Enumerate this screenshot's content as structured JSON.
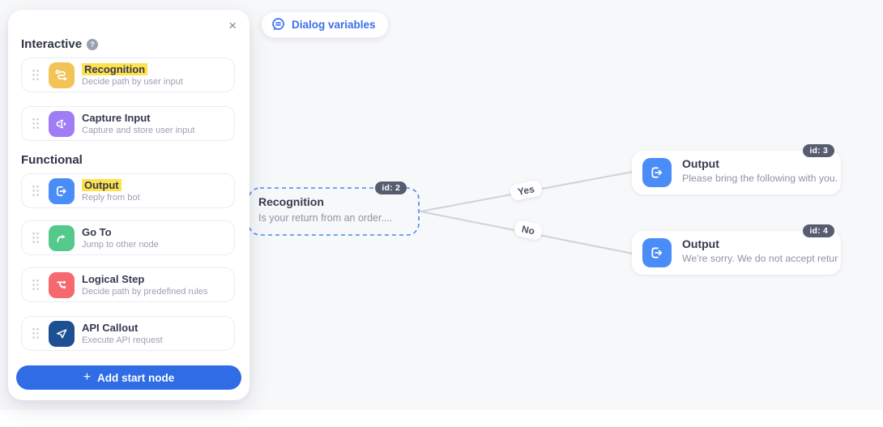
{
  "toolbar": {
    "dialog_variables_label": "Dialog variables"
  },
  "panel": {
    "close_label": "×",
    "help_label": "?",
    "sections": [
      {
        "title": "Interactive",
        "items": [
          {
            "title": "Recognition",
            "subtitle": "Decide path by user input",
            "highlighted": true,
            "icon": "route-icon",
            "color": "#f2c357"
          },
          {
            "title": "Capture Input",
            "subtitle": "Capture and store user input",
            "highlighted": false,
            "icon": "text-cursor-icon",
            "color": "#a07df5"
          }
        ]
      },
      {
        "title": "Functional",
        "items": [
          {
            "title": "Output",
            "subtitle": "Reply from bot",
            "highlighted": true,
            "icon": "output-exit-icon",
            "color": "#4a8cf8"
          },
          {
            "title": "Go To",
            "subtitle": "Jump to other node",
            "highlighted": false,
            "icon": "curved-arrow-icon",
            "color": "#54c98c"
          },
          {
            "title": "Logical Step",
            "subtitle": "Decide path by predefined rules",
            "highlighted": false,
            "icon": "branch-icon",
            "color": "#f5696f"
          },
          {
            "title": "API Callout",
            "subtitle": "Execute API request",
            "highlighted": false,
            "icon": "send-icon",
            "color": "#1d4f93"
          }
        ]
      }
    ],
    "add_button_plus": "+",
    "add_button_label": "Add start node"
  },
  "canvas": {
    "recognition_node": {
      "badge": "id: 2",
      "title": "Recognition",
      "subtitle": "Is your return from an order...."
    },
    "edges": [
      {
        "label": "Yes"
      },
      {
        "label": "No"
      }
    ],
    "output_nodes": [
      {
        "badge": "id: 3",
        "title": "Output",
        "subtitle": "Please bring the following with you."
      },
      {
        "badge": "id: 4",
        "title": "Output",
        "subtitle": "We're sorry. We do not accept return"
      }
    ]
  },
  "colors": {
    "accent_blue": "#2f6ce6",
    "node_icon_blue": "#4a8cf8",
    "dashed_border_blue": "#4f86f2",
    "highlight_yellow": "#ffe14d",
    "badge_gray": "#575d6f",
    "edge_gray": "#d1d2d7",
    "recognition_yellow": "#f2c357",
    "capture_purple": "#a07df5",
    "goto_green": "#54c98c",
    "logical_red": "#f5696f",
    "api_navy": "#1d4f93",
    "canvas_bg": "#f7f8fa"
  }
}
